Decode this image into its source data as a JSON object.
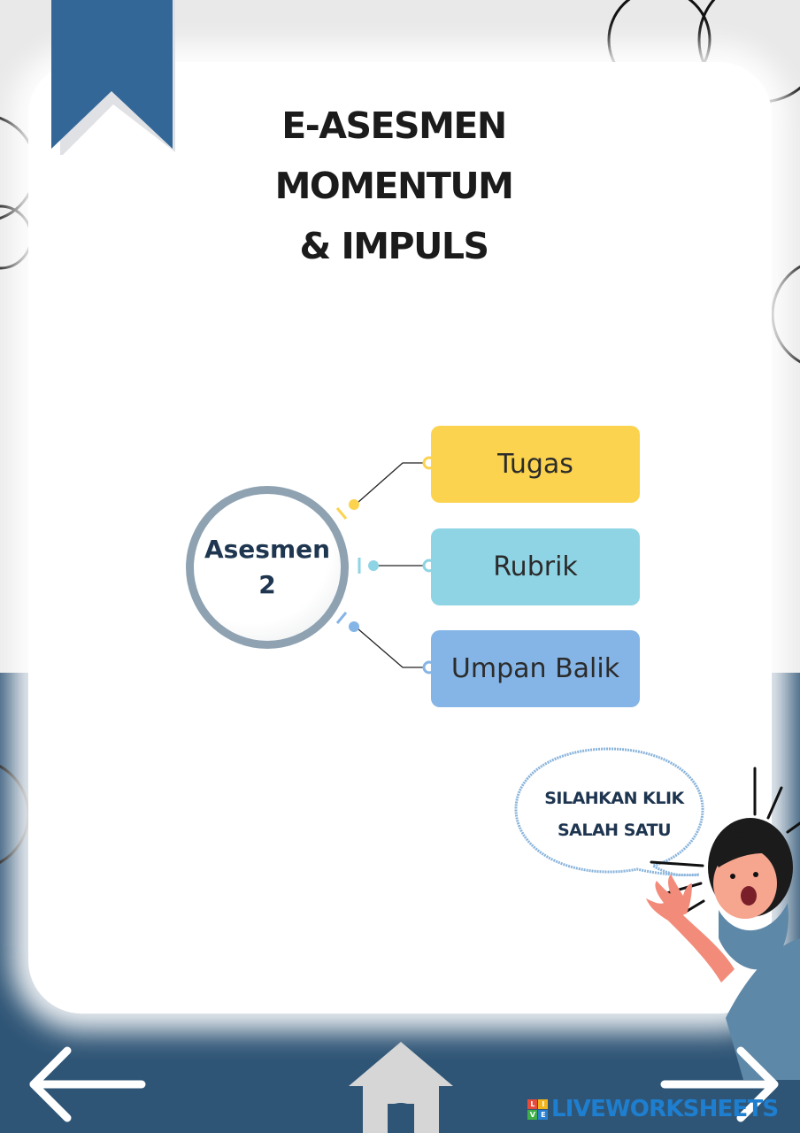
{
  "header": {
    "title_line1": "E-ASESMEN MOMENTUM",
    "title_line2": "& IMPULS"
  },
  "mindmap": {
    "hub_line1": "Asesmen",
    "hub_line2": "2",
    "nodes": [
      {
        "label": "Tugas",
        "color": "#fbd34f"
      },
      {
        "label": "Rubrik",
        "color": "#8fd4e4"
      },
      {
        "label": "Umpan Balik",
        "color": "#85b5e6"
      }
    ]
  },
  "speech_bubble": {
    "line1": "SILAHKAN KLIK",
    "line2": "SALAH SATU"
  },
  "navigation": {
    "back_icon": "arrow-left-icon",
    "home_icon": "home-icon",
    "next_icon": "arrow-right-icon"
  },
  "watermark": {
    "text": "LIVEWORKSHEETS",
    "logo_letters": [
      "L",
      "I",
      "V",
      "E"
    ]
  },
  "colors": {
    "accent_blue": "#2f5576",
    "bookmark": "#336798",
    "hub_ring": "#8ea2b2"
  }
}
